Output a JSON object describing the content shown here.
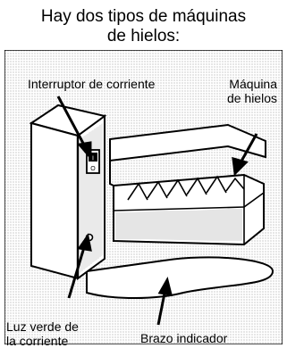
{
  "heading": {
    "line1": "Hay dos tipos de máquinas",
    "line2": "de hielos:"
  },
  "figure": {
    "labels": {
      "power_switch": "Interruptor de corriente",
      "ice_maker_line1": "Máquina",
      "ice_maker_line2": "de hielos",
      "green_light_line1": "Luz verde de",
      "green_light_line2": "la corriente",
      "feeler_arm": "Brazo indicador"
    },
    "switch_marks": [
      "I",
      "O"
    ]
  }
}
